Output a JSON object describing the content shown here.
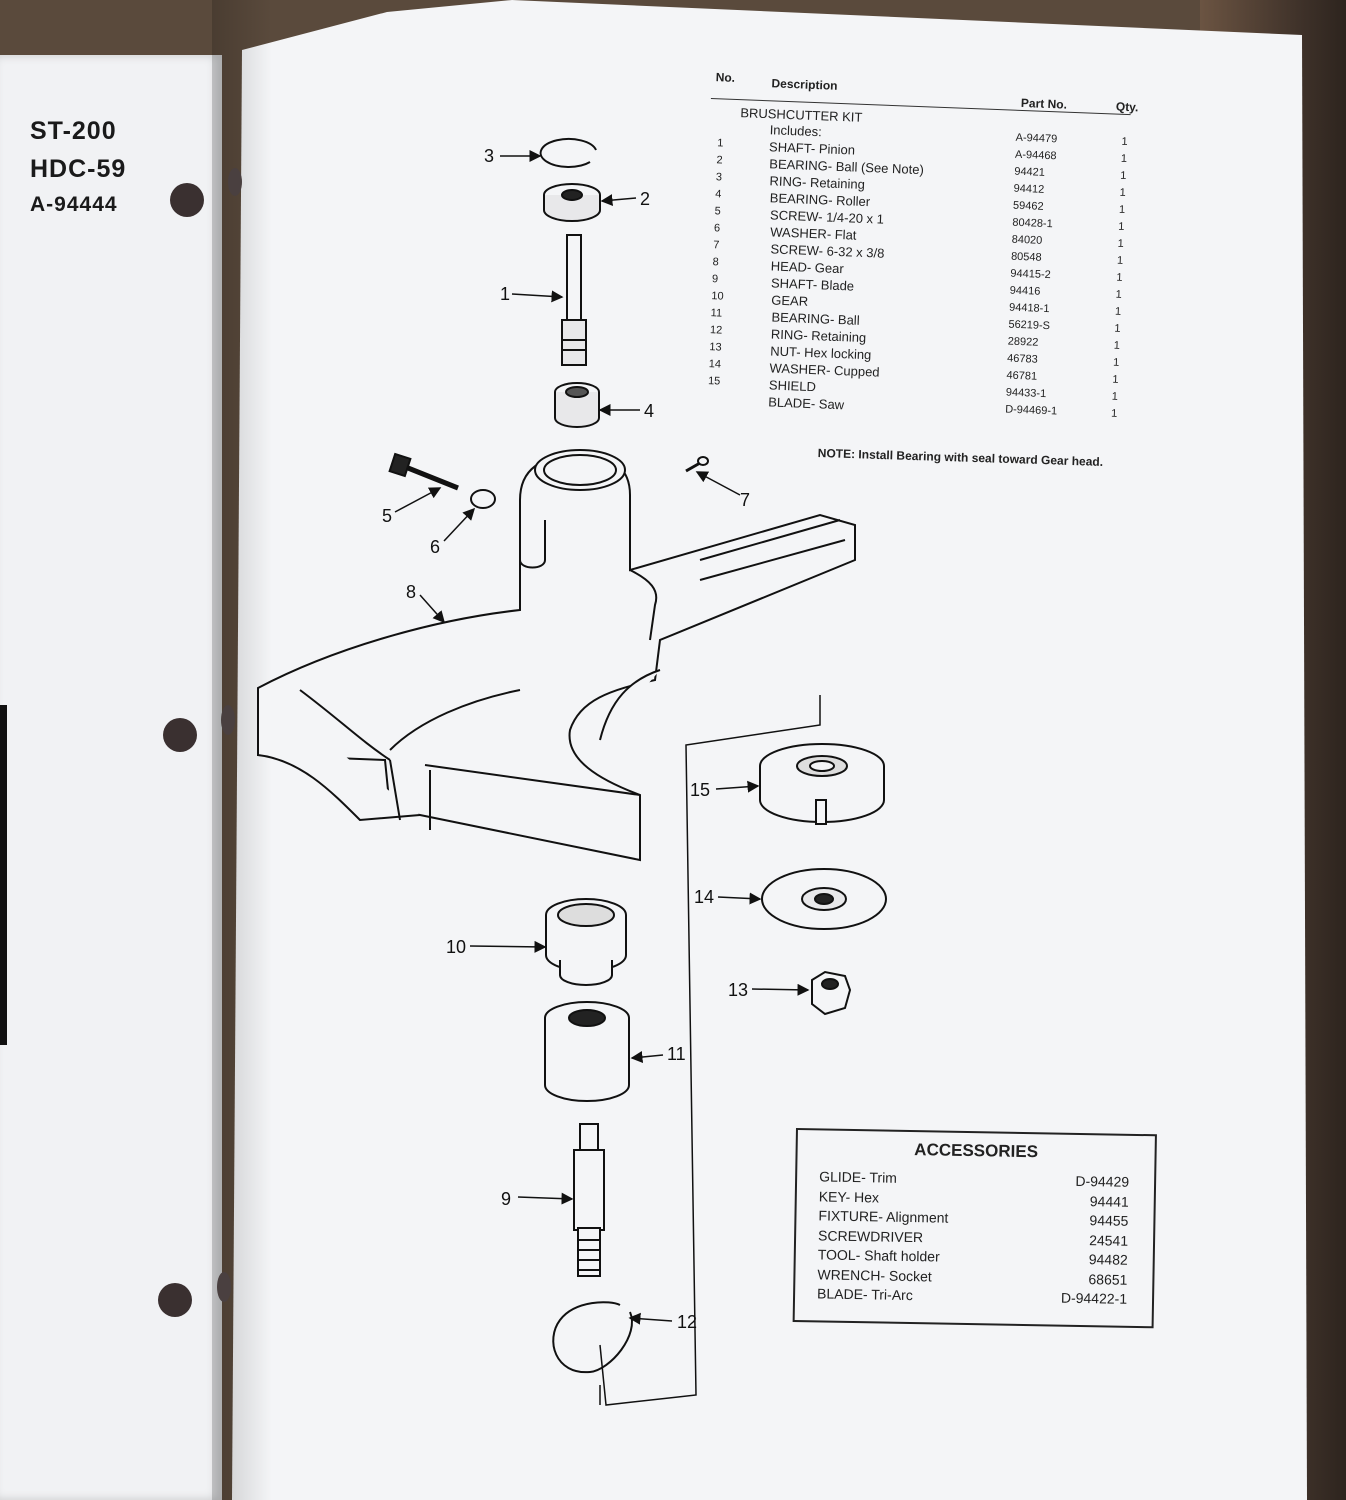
{
  "left_page": {
    "model_lines": [
      "ST-200",
      "HDC-59",
      "A-94444"
    ]
  },
  "parts_table": {
    "headers": {
      "no": "No.",
      "description": "Description",
      "part_no": "Part No.",
      "qty": "Qty."
    },
    "kit": {
      "description": "BRUSHCUTTER KIT",
      "part_no": "A-94479",
      "qty": "1"
    },
    "includes_label": "Includes:",
    "rows": [
      {
        "no": "1",
        "description": "SHAFT- Pinion",
        "part_no": "A-94468",
        "qty": "1"
      },
      {
        "no": "2",
        "description": "BEARING- Ball (See Note)",
        "part_no": "94421",
        "qty": "1"
      },
      {
        "no": "3",
        "description": "RING- Retaining",
        "part_no": "94412",
        "qty": "1"
      },
      {
        "no": "4",
        "description": "BEARING- Roller",
        "part_no": "59462",
        "qty": "1"
      },
      {
        "no": "5",
        "description": "SCREW- 1/4-20 x 1",
        "part_no": "80428-1",
        "qty": "1"
      },
      {
        "no": "6",
        "description": "WASHER- Flat",
        "part_no": "84020",
        "qty": "1"
      },
      {
        "no": "7",
        "description": "SCREW- 6-32 x 3/8",
        "part_no": "80548",
        "qty": "1"
      },
      {
        "no": "8",
        "description": "HEAD- Gear",
        "part_no": "94415-2",
        "qty": "1"
      },
      {
        "no": "9",
        "description": "SHAFT- Blade",
        "part_no": "94416",
        "qty": "1"
      },
      {
        "no": "10",
        "description": "GEAR",
        "part_no": "94418-1",
        "qty": "1"
      },
      {
        "no": "11",
        "description": "BEARING- Ball",
        "part_no": "56219-S",
        "qty": "1"
      },
      {
        "no": "12",
        "description": "RING- Retaining",
        "part_no": "28922",
        "qty": "1"
      },
      {
        "no": "13",
        "description": "NUT- Hex locking",
        "part_no": "46783",
        "qty": "1"
      },
      {
        "no": "14",
        "description": "WASHER- Cupped",
        "part_no": "46781",
        "qty": "1"
      },
      {
        "no": "15",
        "description": "SHIELD",
        "part_no": "94433-1",
        "qty": "1"
      },
      {
        "no": "",
        "description": "BLADE- Saw",
        "part_no": "D-94469-1",
        "qty": "1"
      }
    ]
  },
  "note": "NOTE: Install Bearing with seal toward Gear head.",
  "accessories": {
    "title": "ACCESSORIES",
    "items": [
      {
        "description": "GLIDE- Trim",
        "part_no": "D-94429"
      },
      {
        "description": "KEY- Hex",
        "part_no": "94441"
      },
      {
        "description": "FIXTURE- Alignment",
        "part_no": "94455"
      },
      {
        "description": "SCREWDRIVER",
        "part_no": "24541"
      },
      {
        "description": "TOOL- Shaft holder",
        "part_no": "94482"
      },
      {
        "description": "WRENCH- Socket",
        "part_no": "68651"
      },
      {
        "description": "BLADE- Tri-Arc",
        "part_no": "D-94422-1"
      }
    ]
  },
  "callouts": [
    "1",
    "2",
    "3",
    "4",
    "5",
    "6",
    "7",
    "8",
    "9",
    "10",
    "11",
    "12",
    "13",
    "14",
    "15"
  ]
}
